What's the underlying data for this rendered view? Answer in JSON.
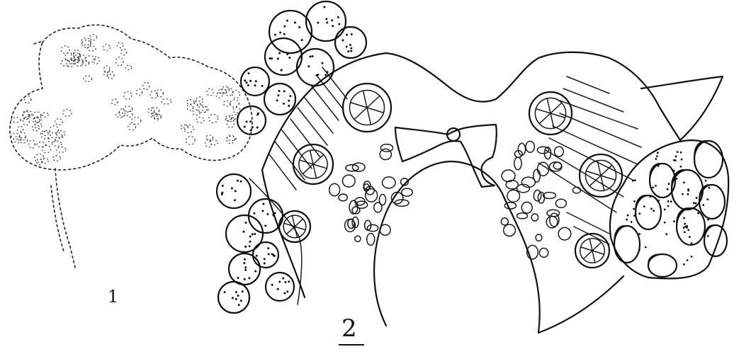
{
  "figure": {
    "panels": [
      {
        "id": "panel-1",
        "label": "1"
      },
      {
        "id": "panel-2",
        "label": "2"
      }
    ]
  },
  "colors": {
    "ink": "#111111",
    "background": "#ffffff"
  }
}
